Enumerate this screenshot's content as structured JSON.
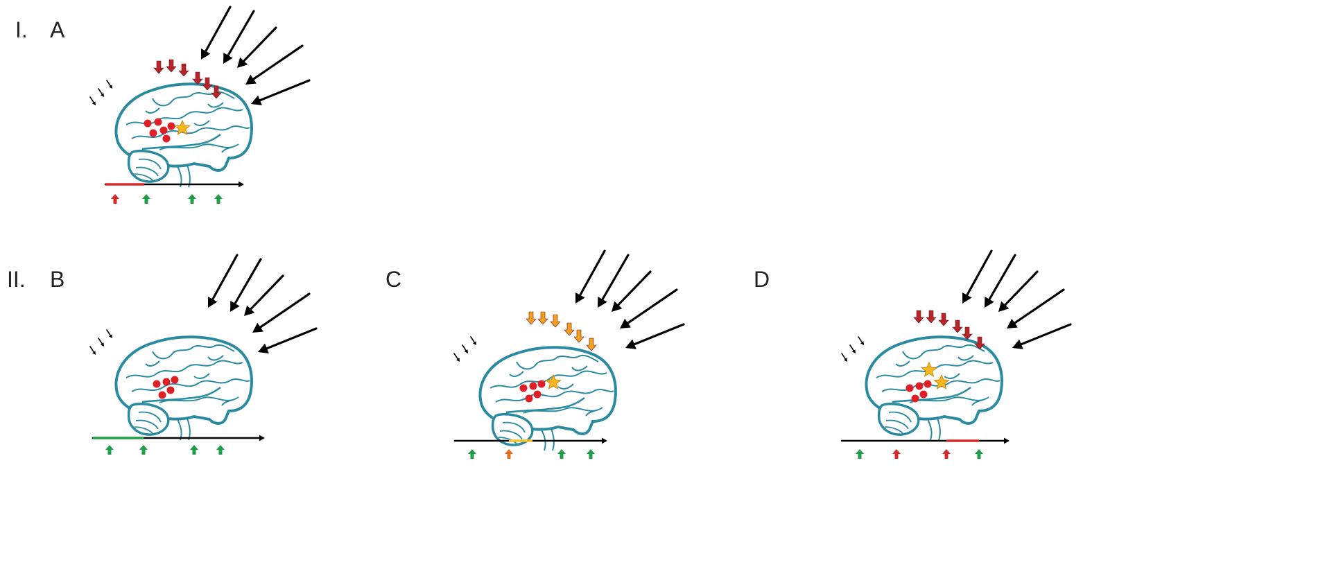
{
  "rows": [
    {
      "label": "I."
    },
    {
      "label": "II."
    }
  ],
  "panels": [
    {
      "id": "A",
      "label": "A",
      "row": 0,
      "top_arrows": {
        "count": 6,
        "color": "#b5262b"
      },
      "dots": 6,
      "stars": 1,
      "timeline": {
        "segment": "first",
        "segment_color": "#d42a2a",
        "markers": [
          {
            "color": "#d42a2a"
          },
          {
            "color": "#1f9e4a"
          },
          {
            "color": "#1f9e4a"
          },
          {
            "color": "#1f9e4a"
          }
        ]
      }
    },
    {
      "id": "B",
      "label": "B",
      "row": 1,
      "top_arrows": {
        "count": 0,
        "color": ""
      },
      "dots": 5,
      "stars": 0,
      "timeline": {
        "segment": "first",
        "segment_color": "#1f9e4a",
        "markers": [
          {
            "color": "#1f9e4a"
          },
          {
            "color": "#1f9e4a"
          },
          {
            "color": "#1f9e4a"
          },
          {
            "color": "#1f9e4a"
          }
        ]
      }
    },
    {
      "id": "C",
      "label": "C",
      "row": 1,
      "top_arrows": {
        "count": 6,
        "color": "#f4a020"
      },
      "dots": 5,
      "stars": 1,
      "timeline": {
        "segment": "second",
        "segment_color": "#f2c12e",
        "markers": [
          {
            "color": "#1f9e4a"
          },
          {
            "color": "#e0701c"
          },
          {
            "color": "#1f9e4a"
          },
          {
            "color": "#1f9e4a"
          }
        ]
      }
    },
    {
      "id": "D",
      "label": "D",
      "row": 1,
      "top_arrows": {
        "count": 6,
        "color": "#b5262b"
      },
      "dots": 5,
      "stars": 2,
      "timeline": {
        "segment": "third",
        "segment_color": "#d42a2a",
        "markers": [
          {
            "color": "#1f9e4a"
          },
          {
            "color": "#d42a2a"
          },
          {
            "color": "#d42a2a"
          },
          {
            "color": "#1f9e4a"
          }
        ]
      }
    }
  ],
  "colors": {
    "brain": "#2a8aa0",
    "dot": "#e01e26",
    "star": "#f5b820",
    "star_stroke": "#c98a10",
    "arrow": "#000000"
  }
}
